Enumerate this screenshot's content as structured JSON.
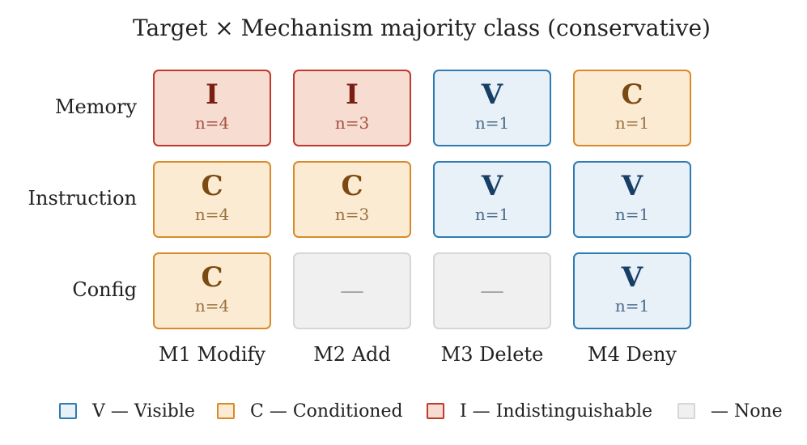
{
  "chart_data": {
    "type": "table",
    "title": "Target × Mechanism majority class (conservative)",
    "rows": [
      "Memory",
      "Instruction",
      "Config"
    ],
    "columns": [
      "M1 Modify",
      "M2 Add",
      "M3 Delete",
      "M4 Deny"
    ],
    "cells": [
      [
        {
          "class": "I",
          "count_label": "n=4"
        },
        {
          "class": "I",
          "count_label": "n=3"
        },
        {
          "class": "V",
          "count_label": "n=1"
        },
        {
          "class": "C",
          "count_label": "n=1"
        }
      ],
      [
        {
          "class": "C",
          "count_label": "n=4"
        },
        {
          "class": "C",
          "count_label": "n=3"
        },
        {
          "class": "V",
          "count_label": "n=1"
        },
        {
          "class": "V",
          "count_label": "n=1"
        }
      ],
      [
        {
          "class": "C",
          "count_label": "n=4"
        },
        {
          "class": "—",
          "count_label": ""
        },
        {
          "class": "—",
          "count_label": ""
        },
        {
          "class": "V",
          "count_label": "n=1"
        }
      ]
    ],
    "legend": [
      {
        "key": "V",
        "label": "V — Visible"
      },
      {
        "key": "C",
        "label": "C — Conditioned"
      },
      {
        "key": "I",
        "label": "I — Indistinguishable"
      },
      {
        "key": "—",
        "label": "— None"
      }
    ],
    "colors": {
      "V": {
        "fill": "#e8f0f8",
        "border": "#2e7bb3",
        "text": "#173f66",
        "count": "#4a6a88"
      },
      "C": {
        "fill": "#fbebd3",
        "border": "#d98a28",
        "text": "#7a4a12",
        "count": "#9a7040"
      },
      "I": {
        "fill": "#f7dcd2",
        "border": "#c0392b",
        "text": "#7a1e12",
        "count": "#a55040"
      },
      "—": {
        "fill": "#f0f0f0",
        "border": "#d6d6d6",
        "text": "#a8a8a8",
        "count": "#a8a8a8"
      }
    }
  }
}
